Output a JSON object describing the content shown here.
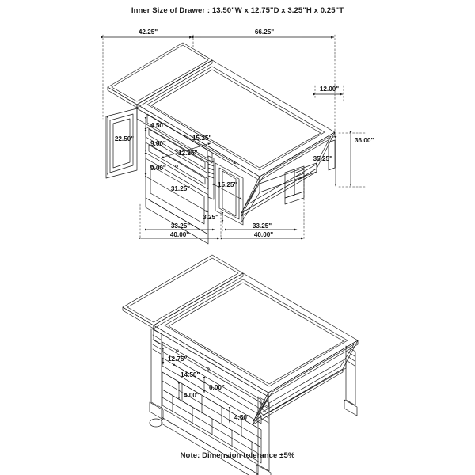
{
  "sheet": {
    "title": "Inner Size of Drawer : 13.50\"W x 12.75\"D x 3.25\"H x 0.25\"T",
    "note": "Note: Dimension tolerance ±5%",
    "line_color": "#1a1a1a",
    "text_color": "#141414",
    "background": "#ffffff"
  },
  "views": {
    "top_view": {
      "name": "upper-isometric-view",
      "description": "Kitchen island counter table with drop-leaf top, drawers and door panels"
    },
    "bottom_view": {
      "name": "lower-isometric-view",
      "description": "Kitchen island counter table reverse side with wine rack cubbies and open shelves"
    }
  },
  "dimensions": {
    "top": [
      {
        "id": "d-42-25",
        "label": "42.25\""
      },
      {
        "id": "d-66-25",
        "label": "66.25\""
      }
    ],
    "right": [
      {
        "id": "d-12-00",
        "label": "12.00\""
      },
      {
        "id": "d-36-00",
        "label": "36.00\""
      },
      {
        "id": "d-35-25",
        "label": "35.25\""
      }
    ],
    "left_cabinet": [
      {
        "id": "d-22-50",
        "label": "22.50\""
      },
      {
        "id": "d-4-50-top",
        "label": "4.50\""
      },
      {
        "id": "d-9-00-upper",
        "label": "9.00\""
      },
      {
        "id": "d-12-25",
        "label": "12.25\""
      },
      {
        "id": "d-9-00-lower",
        "label": "9.00\""
      }
    ],
    "mid": [
      {
        "id": "d-15-25-upper",
        "label": "15.25\""
      },
      {
        "id": "d-15-25-lower",
        "label": "15.25\""
      },
      {
        "id": "d-31-25",
        "label": "31.25\""
      },
      {
        "id": "d-3-25",
        "label": "3.25\""
      }
    ],
    "bottom_chain": [
      {
        "id": "d-33-25-left",
        "label": "33.25\""
      },
      {
        "id": "d-33-25-right",
        "label": "33.25\""
      },
      {
        "id": "d-40-00-left",
        "label": "40.00\""
      },
      {
        "id": "d-40-00-right",
        "label": "40.00\""
      }
    ],
    "lower_view": [
      {
        "id": "d-12-75",
        "label": "12.75\""
      },
      {
        "id": "d-14-50",
        "label": "14.50\""
      },
      {
        "id": "d-6-00",
        "label": "6.00\""
      },
      {
        "id": "d-4-00",
        "label": "4.00\""
      },
      {
        "id": "d-4-50-bottom",
        "label": "4.50\""
      }
    ]
  }
}
